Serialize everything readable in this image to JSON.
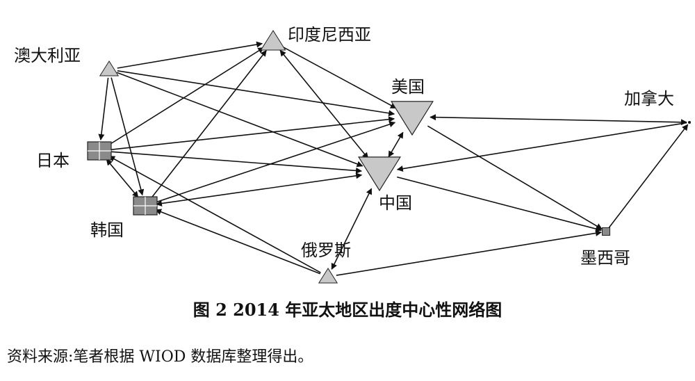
{
  "diagram": {
    "nodes": [
      {
        "id": "indonesia",
        "label": "印度尼西亚",
        "shape": "triangle-up-small"
      },
      {
        "id": "australia",
        "label": "澳大利亚",
        "shape": "triangle-up-small"
      },
      {
        "id": "usa",
        "label": "美国",
        "shape": "triangle-down-large"
      },
      {
        "id": "canada",
        "label": "加拿大",
        "shape": "point"
      },
      {
        "id": "japan",
        "label": "日本",
        "shape": "grid-square"
      },
      {
        "id": "china",
        "label": "中国",
        "shape": "triangle-down-large"
      },
      {
        "id": "korea",
        "label": "韩国",
        "shape": "grid-square"
      },
      {
        "id": "russia",
        "label": "俄罗斯",
        "shape": "triangle-up-small"
      },
      {
        "id": "mexico",
        "label": "墨西哥",
        "shape": "small-square"
      }
    ],
    "edges": [
      {
        "from": "australia",
        "to": "indonesia"
      },
      {
        "from": "australia",
        "to": "usa"
      },
      {
        "from": "australia",
        "to": "china"
      },
      {
        "from": "australia",
        "to": "japan"
      },
      {
        "from": "australia",
        "to": "korea"
      },
      {
        "from": "japan",
        "to": "indonesia"
      },
      {
        "from": "japan",
        "to": "usa"
      },
      {
        "from": "japan",
        "to": "china"
      },
      {
        "from": "japan",
        "to": "korea"
      },
      {
        "from": "korea",
        "to": "indonesia"
      },
      {
        "from": "korea",
        "to": "usa"
      },
      {
        "from": "korea",
        "to": "china"
      },
      {
        "from": "indonesia",
        "to": "usa"
      },
      {
        "from": "indonesia",
        "to": "china"
      },
      {
        "from": "usa",
        "to": "canada"
      },
      {
        "from": "usa",
        "to": "china"
      },
      {
        "from": "usa",
        "to": "mexico"
      },
      {
        "from": "canada",
        "to": "china"
      },
      {
        "from": "china",
        "to": "mexico"
      },
      {
        "from": "mexico",
        "to": "canada"
      },
      {
        "from": "russia",
        "to": "china"
      },
      {
        "from": "russia",
        "to": "mexico"
      },
      {
        "from": "russia",
        "to": "korea"
      },
      {
        "from": "russia",
        "to": "japan"
      }
    ],
    "colors": {
      "node_fill": "#c8c8c8",
      "grid_fill": "#8a8a8a",
      "stroke": "#222222",
      "edge": "#111111"
    }
  },
  "caption": "图 2  2014 年亚太地区出度中心性网络图",
  "source": "资料来源:笔者根据 WIOD 数据库整理得出。"
}
